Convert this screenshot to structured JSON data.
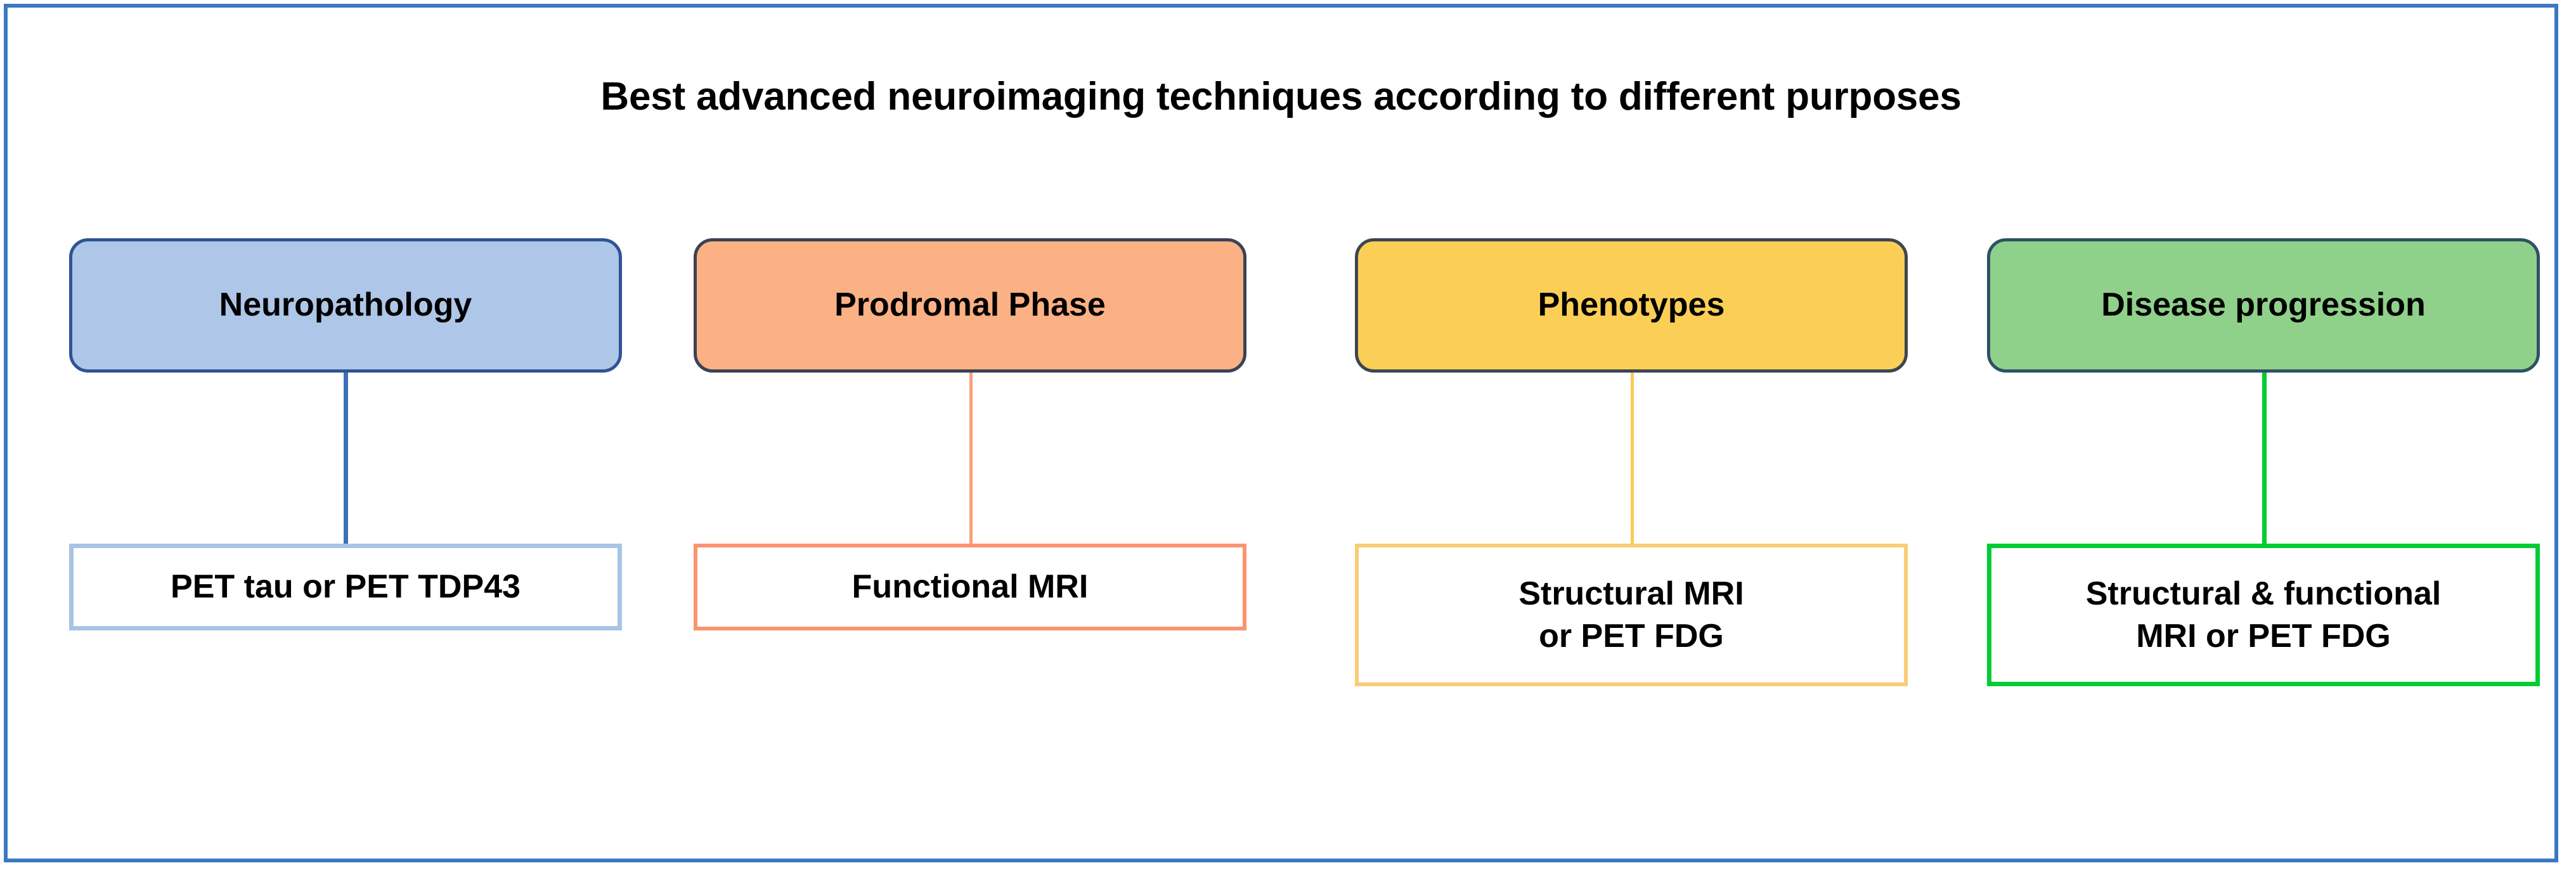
{
  "figure": {
    "title": "Best advanced neuroimaging techniques according to different purposes",
    "frame_color": "#3a78c2",
    "background": "#ffffff"
  },
  "columns": [
    {
      "id": "neuropathology",
      "purpose": "Neuropathology",
      "technique": "PET tau or PET TDP43",
      "technique_line1": "PET tau or PET TDP43",
      "technique_line2": "",
      "fill_color": "#aec6e8",
      "border_color": "#2f5496",
      "connector_color": "#3f6fb5",
      "technique_border_color": "#a8c4e5"
    },
    {
      "id": "prodromal-phase",
      "purpose": "Prodromal Phase",
      "technique": "Functional MRI",
      "technique_line1": "Functional MRI",
      "technique_line2": "",
      "fill_color": "#fbb183",
      "border_color": "#3b4256",
      "connector_color": "#f9a07a",
      "technique_border_color": "#fa9470"
    },
    {
      "id": "phenotypes",
      "purpose": "Phenotypes",
      "technique": "Structural MRI or PET FDG",
      "technique_line1": "Structural MRI",
      "technique_line2": "or PET FDG",
      "fill_color": "#fbcf56",
      "border_color": "#3c4552",
      "connector_color": "#fbc954",
      "technique_border_color": "#f9cd76"
    },
    {
      "id": "disease-progression",
      "purpose": "Disease progression",
      "technique": "Structural & functional MRI or PET FDG",
      "technique_line1": "Structural & functional",
      "technique_line2": "MRI or PET FDG",
      "fill_color": "#8fd18a",
      "border_color": "#2e5264",
      "connector_color": "#00cc33",
      "technique_border_color": "#00cc33"
    }
  ]
}
